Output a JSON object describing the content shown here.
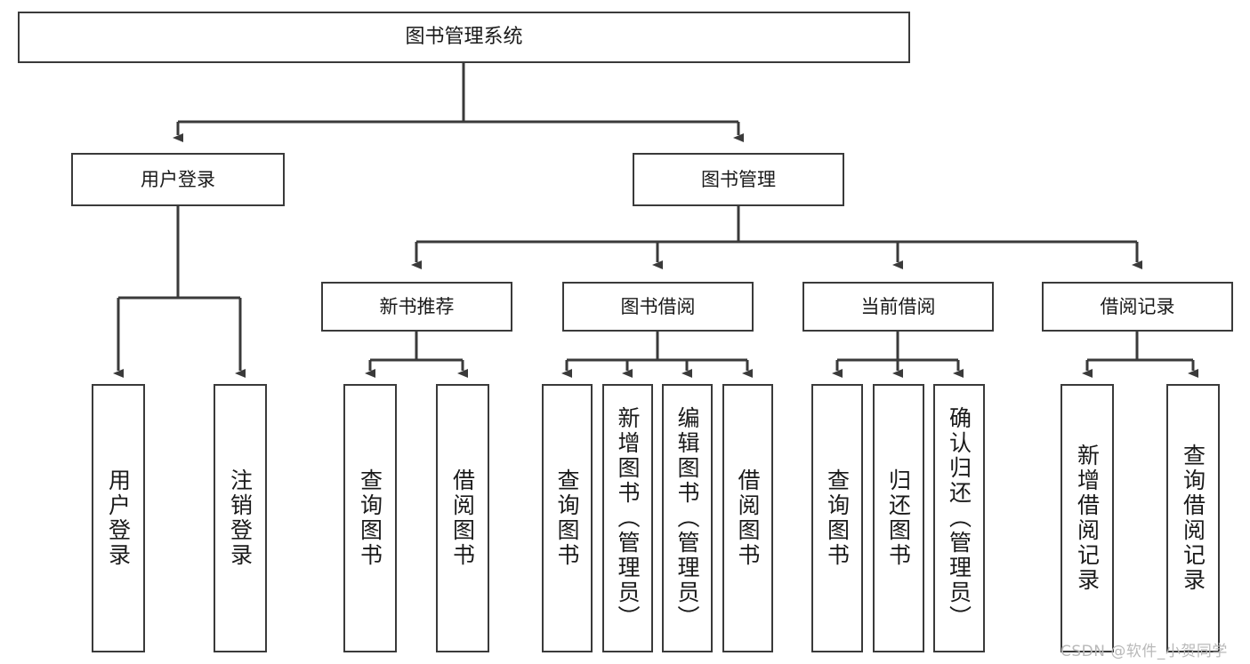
{
  "diagram": {
    "type": "tree-hierarchy",
    "title": "图书管理系统",
    "root": {
      "label": "图书管理系统"
    },
    "level2": [
      {
        "label": "用户登录"
      },
      {
        "label": "图书管理"
      }
    ],
    "level3": [
      {
        "label": "新书推荐"
      },
      {
        "label": "图书借阅"
      },
      {
        "label": "当前借阅"
      },
      {
        "label": "借阅记录"
      }
    ],
    "leaves": {
      "user_login": [
        {
          "label": "用户登录"
        },
        {
          "label": "注销登录"
        }
      ],
      "new_book_recommend": [
        {
          "label": "查询图书"
        },
        {
          "label": "借阅图书"
        }
      ],
      "book_borrow": [
        {
          "label": "查询图书"
        },
        {
          "label": "新增图书（管理员）"
        },
        {
          "label": "编辑图书（管理员）"
        },
        {
          "label": "借阅图书"
        }
      ],
      "current_borrow": [
        {
          "label": "查询图书"
        },
        {
          "label": "归还图书"
        },
        {
          "label": "确认归还（管理员）"
        }
      ],
      "borrow_record": [
        {
          "label": "新增借阅记录"
        },
        {
          "label": "查询借阅记录"
        }
      ]
    },
    "colors": {
      "stroke": "#3a3a3a",
      "fill": "#ffffff",
      "text": "#1a1a1a",
      "watermark": "#b9b9b9"
    }
  },
  "watermark": {
    "text": "CSDN @软件_小贺同学"
  }
}
